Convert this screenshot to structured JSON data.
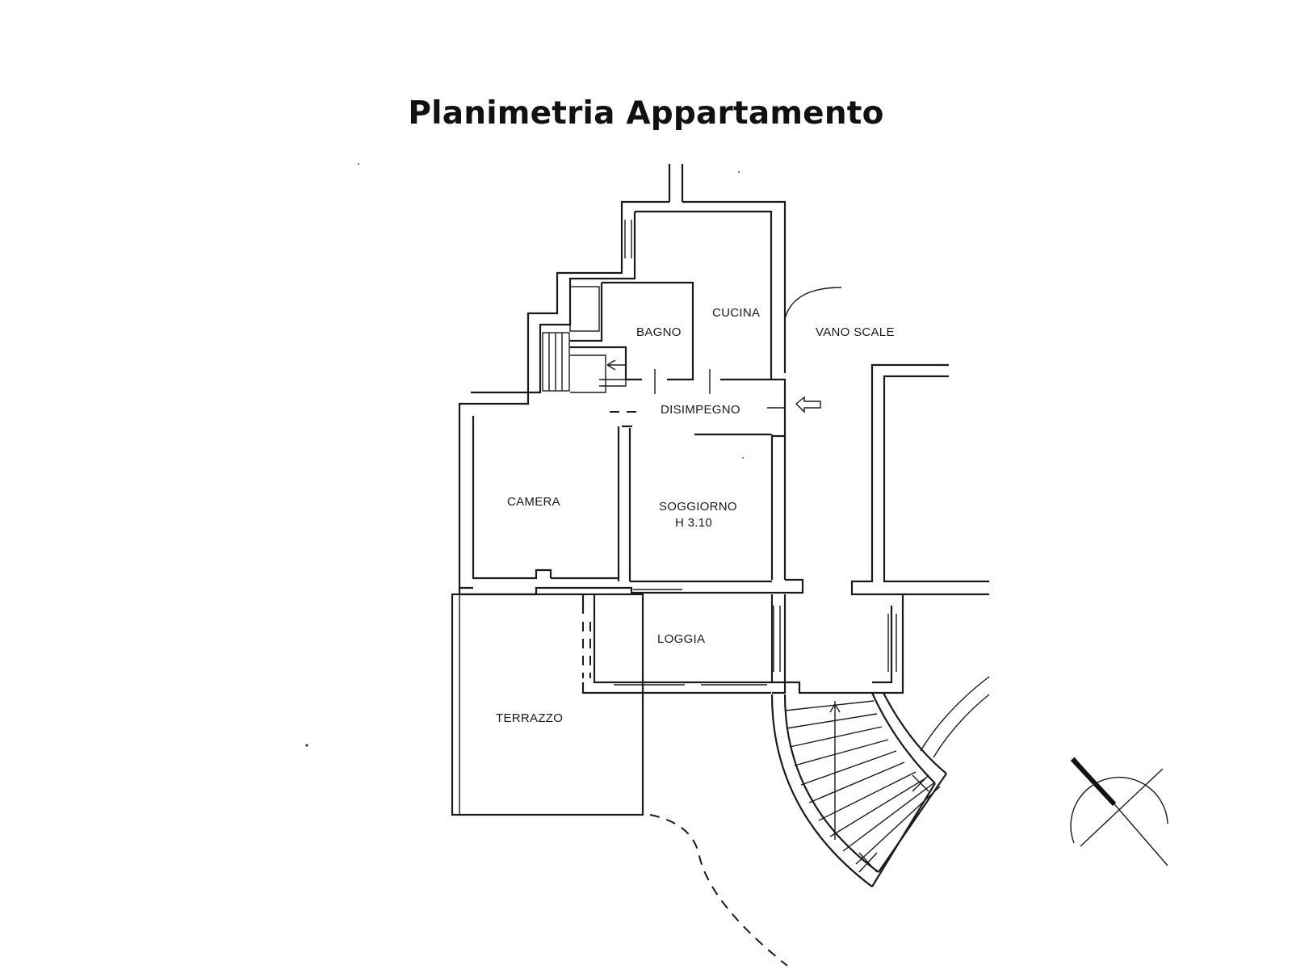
{
  "title": "Planimetria Appartamento",
  "rooms": {
    "cucina": "CUCINA",
    "bagno": "BAGNO",
    "vano_scale": "VANO SCALE",
    "disimpegno": "DISIMPEGNO",
    "camera": "CAMERA",
    "soggiorno": "SOGGIORNO",
    "soggiorno_height": "H 3.10",
    "loggia": "LOGGIA",
    "terrazzo": "TERRAZZO"
  },
  "icons": {
    "compass": "north-compass-icon",
    "entrance": "entrance-arrow-icon",
    "stairs": "spiral-staircase-icon"
  }
}
